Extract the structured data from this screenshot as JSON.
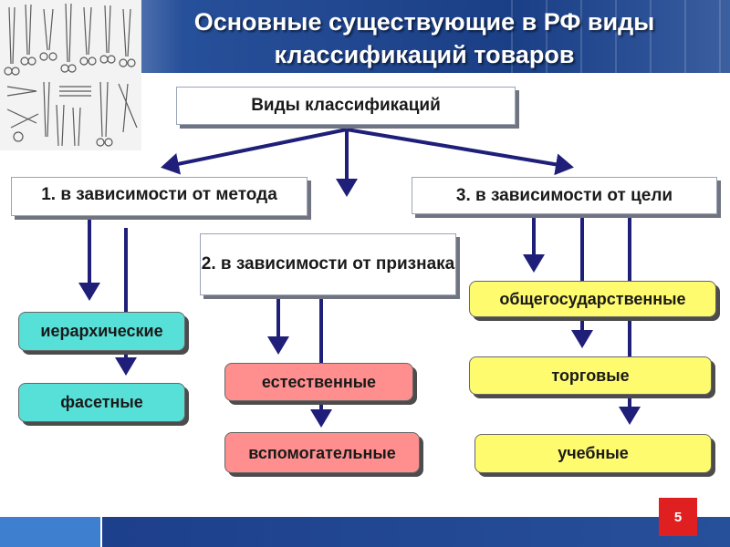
{
  "slide": {
    "title": "Основные существующие в РФ виды классификаций товаров",
    "page_number": "5"
  },
  "diagram": {
    "root": "Виды классификаций",
    "branches": [
      {
        "label": "1. в зависимости от метода",
        "items": [
          "иерархические",
          "фасетные"
        ],
        "color": "#56e0d8"
      },
      {
        "label": "2. в зависимости от признака",
        "items": [
          "естественные",
          "вспомогательные"
        ],
        "color": "#ff8f8f"
      },
      {
        "label": "3. в зависимости от цели",
        "items": [
          "общегосударственные",
          "торговые",
          "учебные"
        ],
        "color": "#fffb6e"
      }
    ]
  }
}
